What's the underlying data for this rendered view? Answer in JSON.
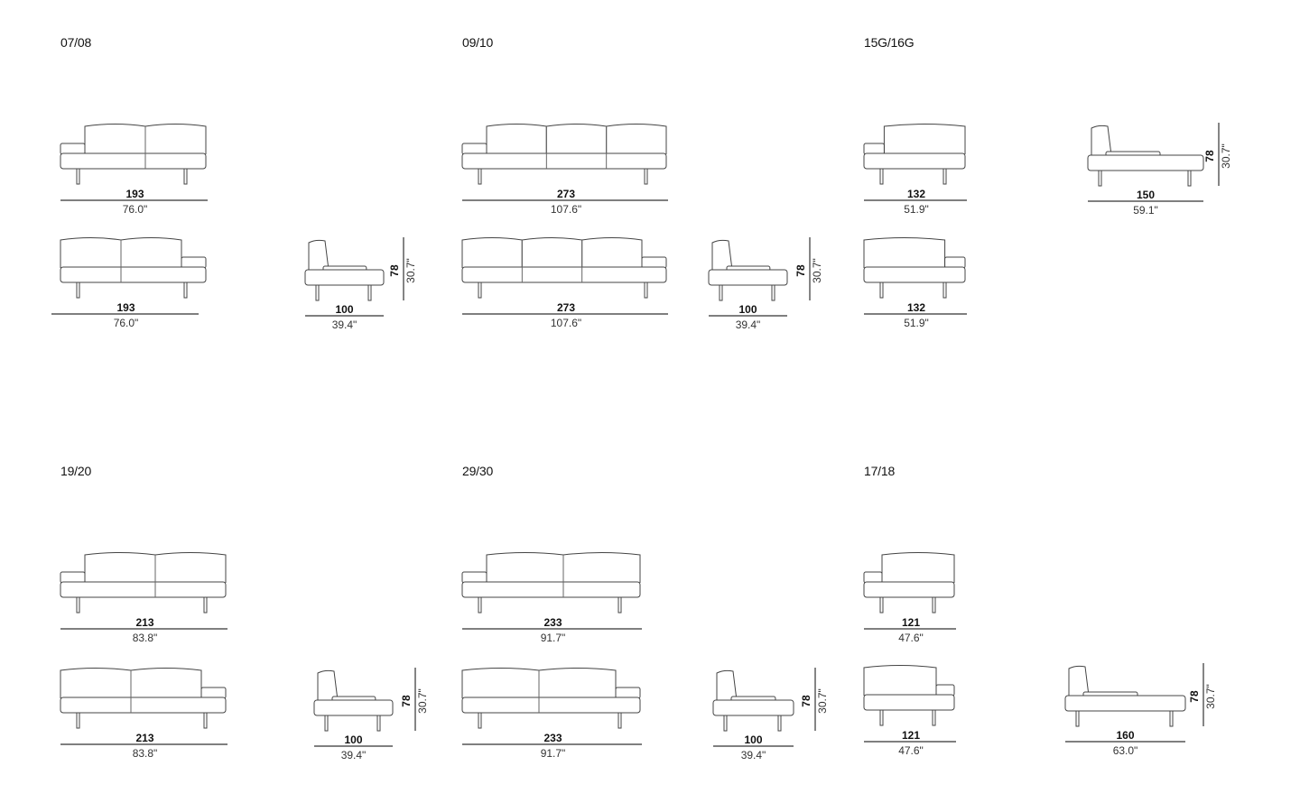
{
  "groups": [
    {
      "title": "07/08",
      "front_a": {
        "cm": "193",
        "in": "76.0\""
      },
      "front_b": {
        "cm": "193",
        "in": "76.0\""
      },
      "side": {
        "depth_cm": "100",
        "depth_in": "39.4\"",
        "height_cm": "78",
        "height_in": "30.7\""
      }
    },
    {
      "title": "09/10",
      "front_a": {
        "cm": "273",
        "in": "107.6\""
      },
      "front_b": {
        "cm": "273",
        "in": "107.6\""
      },
      "side": {
        "depth_cm": "100",
        "depth_in": "39.4\"",
        "height_cm": "78",
        "height_in": "30.7\""
      }
    },
    {
      "title": "15G/16G",
      "front_a": {
        "cm": "132",
        "in": "51.9\""
      },
      "front_b": {
        "cm": "132",
        "in": "51.9\""
      },
      "side": {
        "depth_cm": "150",
        "depth_in": "59.1\"",
        "height_cm": "78",
        "height_in": "30.7\""
      }
    },
    {
      "title": "19/20",
      "front_a": {
        "cm": "213",
        "in": "83.8\""
      },
      "front_b": {
        "cm": "213",
        "in": "83.8\""
      },
      "side": {
        "depth_cm": "100",
        "depth_in": "39.4\"",
        "height_cm": "78",
        "height_in": "30.7\""
      }
    },
    {
      "title": "29/30",
      "front_a": {
        "cm": "233",
        "in": "91.7\""
      },
      "front_b": {
        "cm": "233",
        "in": "91.7\""
      },
      "side": {
        "depth_cm": "100",
        "depth_in": "39.4\"",
        "height_cm": "78",
        "height_in": "30.7\""
      }
    },
    {
      "title": "17/18",
      "front_a": {
        "cm": "121",
        "in": "47.6\""
      },
      "front_b": {
        "cm": "121",
        "in": "47.6\""
      },
      "side": {
        "depth_cm": "160",
        "depth_in": "63.0\"",
        "height_cm": "78",
        "height_in": "30.7\""
      }
    }
  ]
}
